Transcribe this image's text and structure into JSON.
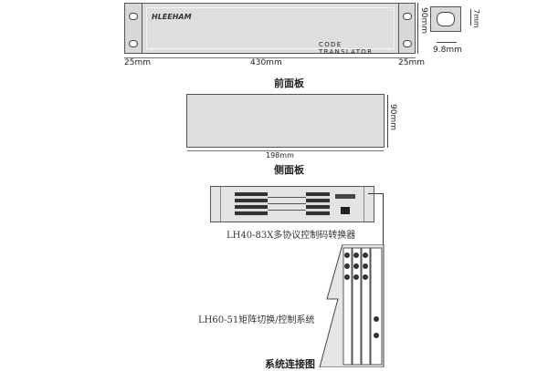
{
  "front_panel": {
    "logo": "HLEEHAM",
    "label": "CODE TRANSLATOR",
    "dim_left": "25mm",
    "dim_width": "430mm",
    "dim_right": "25mm",
    "dim_height": "90mm",
    "hole_height": "7mm",
    "hole_width": "9.8mm",
    "caption": "前面板"
  },
  "side_panel": {
    "dim_height": "90mm",
    "dim_width": "198mm",
    "caption": "侧面板"
  },
  "connection": {
    "converter_label": "LH40-83X多协议控制码转换器",
    "matrix_label": "LH60-51矩阵切换/控制系统",
    "caption": "系统连接图"
  }
}
